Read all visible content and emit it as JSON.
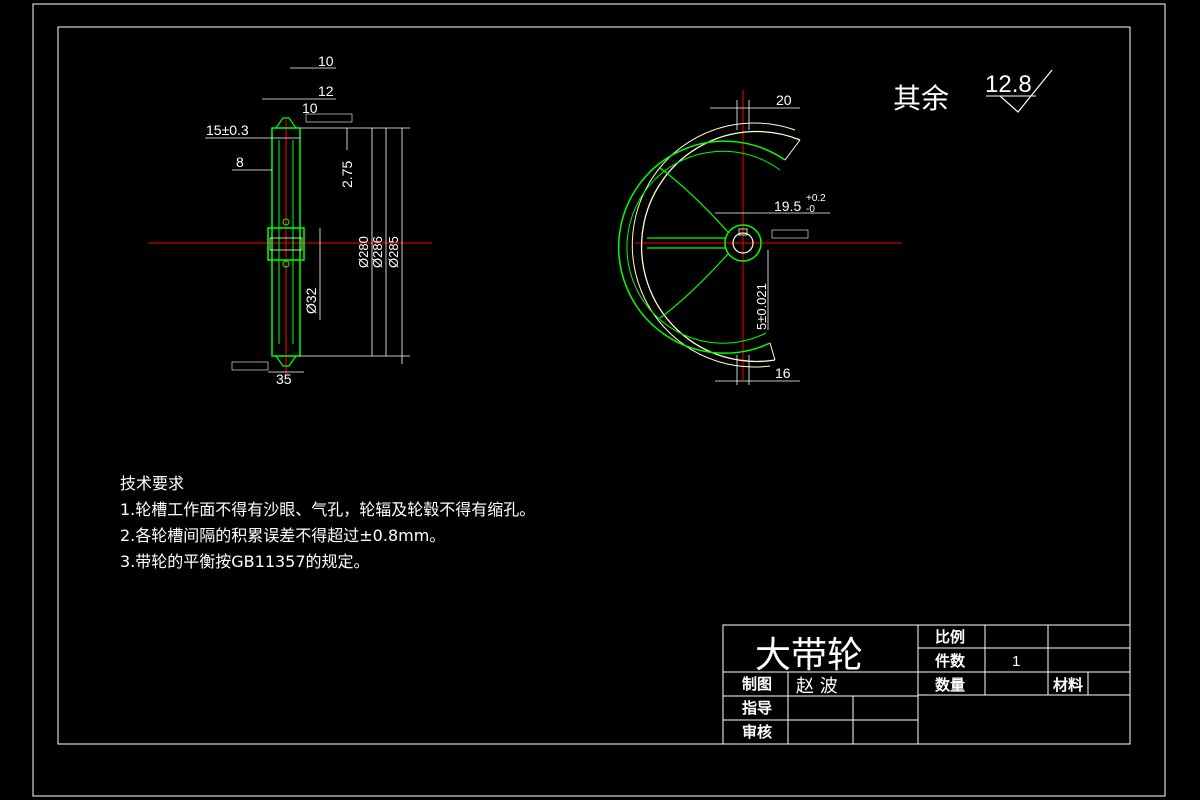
{
  "surface_finish": {
    "label": "其余",
    "value": "12.8"
  },
  "side_view": {
    "dims": {
      "top_10": "10",
      "top_12": "12",
      "mid_10": "10",
      "groove_width": "15±0.3",
      "depth": "8",
      "groove_depth": "2.75",
      "d280": "Ø280",
      "d286": "Ø286",
      "d285": "Ø285",
      "bore": "Ø32",
      "hub_width": "35"
    }
  },
  "front_view": {
    "dims": {
      "top_20": "20",
      "key_width": "19.5",
      "key_upper": "+0.2",
      "key_lower": "-0",
      "key_depth": "5±0.021",
      "bottom_16": "16"
    }
  },
  "tech_requirements": {
    "title": "技术要求",
    "items": [
      "1.轮槽工作面不得有沙眼、气孔，轮辐及轮毂不得有缩孔。",
      "2.各轮槽间隔的积累误差不得超过±0.8mm。",
      "3.带轮的平衡按GB11357的规定。"
    ]
  },
  "title_block": {
    "part_name": "大带轮",
    "scale_label": "比例",
    "scale_value": "",
    "count_label": "件数",
    "count_value": "1",
    "drawn_label": "制图",
    "drawn_value": "赵 波",
    "qty_label": "数量",
    "material_label": "材料",
    "guide_label": "指导",
    "review_label": "审核"
  },
  "colors": {
    "outline": "#ffffff",
    "part": "#00ff00",
    "centerline": "#ff0000",
    "cream": "#ffffcc"
  }
}
